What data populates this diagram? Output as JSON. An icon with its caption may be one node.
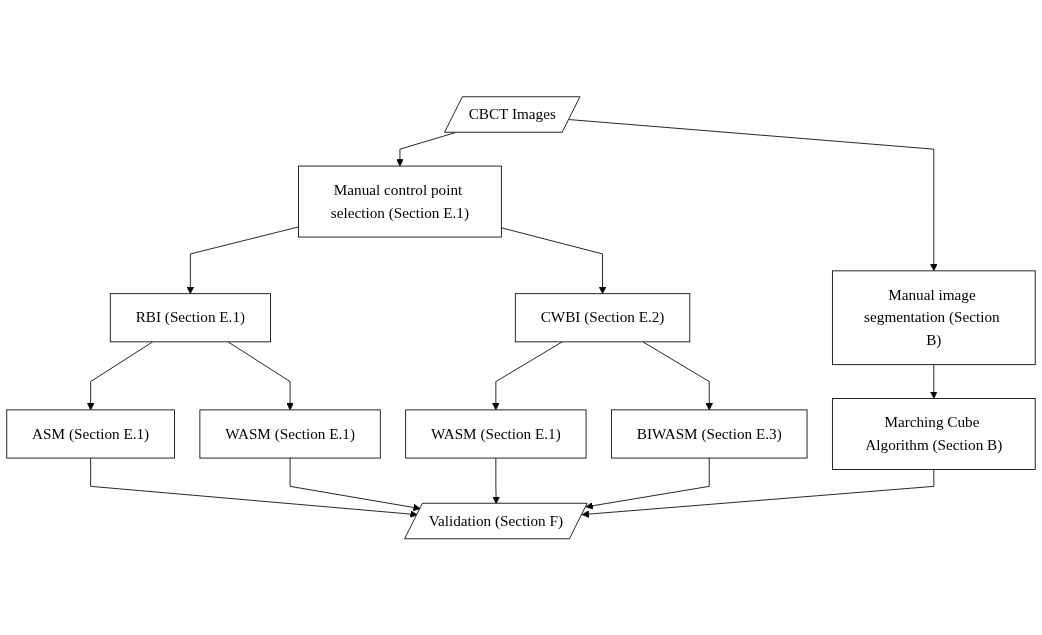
{
  "diagram": {
    "nodes": [
      {
        "text": [
          "CBCT Images"
        ]
      },
      {
        "text": [
          "Manual control point selection (Section E.1)"
        ]
      },
      {
        "text": [
          "Manual image segmentation (Section B)"
        ]
      },
      {
        "text": [
          "RBI (Section E.1)"
        ]
      },
      {
        "text": [
          "CWBI (Section E.2)"
        ]
      },
      {
        "text": [
          "Marching Cube Algorithm (Section B)"
        ]
      },
      {
        "text": [
          "ASM (Section E.1)"
        ]
      },
      {
        "text": [
          "WASM (Section E.1)"
        ]
      },
      {
        "text": [
          "WASM (Section E.1)"
        ]
      },
      {
        "text": [
          "BIWASM (Section E.3)"
        ]
      },
      {
        "text": [
          "Validation (Section F)"
        ]
      }
    ],
    "edges": [
      {
        "from": 0,
        "to": 1,
        "arrow": "to"
      },
      {
        "from": 0,
        "to": 2,
        "arrow": "to"
      },
      {
        "from": 1,
        "to": 3,
        "arrow": "to"
      },
      {
        "from": 1,
        "to": 4,
        "arrow": "to"
      },
      {
        "from": 2,
        "to": 5,
        "arrow": "to"
      },
      {
        "from": 3,
        "to": 6,
        "arrow": "to"
      },
      {
        "from": 3,
        "to": 7,
        "arrow": "to"
      },
      {
        "from": 4,
        "to": 8,
        "arrow": "to"
      },
      {
        "from": 4,
        "to": 9,
        "arrow": "to"
      },
      {
        "from": 6,
        "to": 10,
        "arrow": "to"
      },
      {
        "from": 7,
        "to": 10,
        "arrow": "to"
      },
      {
        "from": 8,
        "to": 10,
        "arrow": "to"
      },
      {
        "from": 9,
        "to": 10,
        "arrow": "to"
      },
      {
        "from": 5,
        "to": 10,
        "arrow": "to"
      }
    ]
  }
}
